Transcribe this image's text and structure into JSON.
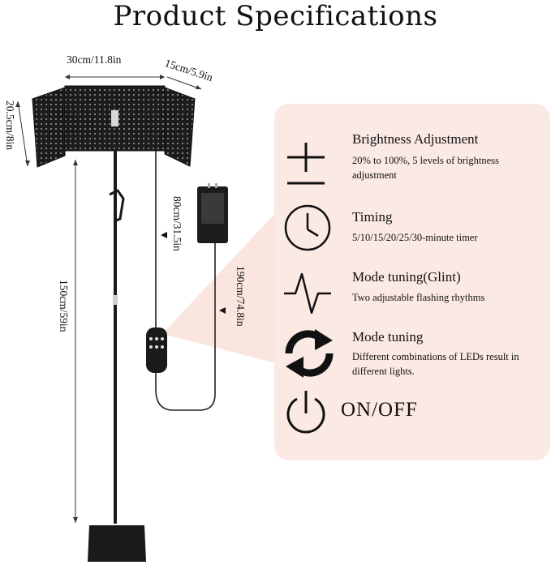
{
  "title": "Product Specifications",
  "dimensions": {
    "panel_width": "30cm/11.8in",
    "panel_side_width": "15cm/5.9in",
    "panel_height": "20.5cm/8in",
    "pole_height": "150cm/59in",
    "cable_upper": "80cm/31.5in",
    "cable_total": "190cm/74.8in"
  },
  "features": [
    {
      "icon": "plus-minus-icon",
      "title": "Brightness Adjustment",
      "description": "20% to 100%, 5 levels of brightness adjustment"
    },
    {
      "icon": "clock-icon",
      "title": "Timing",
      "description": "5/10/15/20/25/30-minute timer"
    },
    {
      "icon": "waveform-icon",
      "title": "Mode tuning(Glint)",
      "description": "Two adjustable flashing rhythms"
    },
    {
      "icon": "cycle-arrows-icon",
      "title": "Mode tuning",
      "description": "Different combinations of LEDs result in different lights."
    },
    {
      "icon": "power-icon",
      "title": "ON/OFF",
      "description": ""
    }
  ],
  "colors": {
    "panel_bg": "#fbe9e4",
    "device": "#1a1a1a",
    "accent_pink": "#f7cfc6"
  }
}
